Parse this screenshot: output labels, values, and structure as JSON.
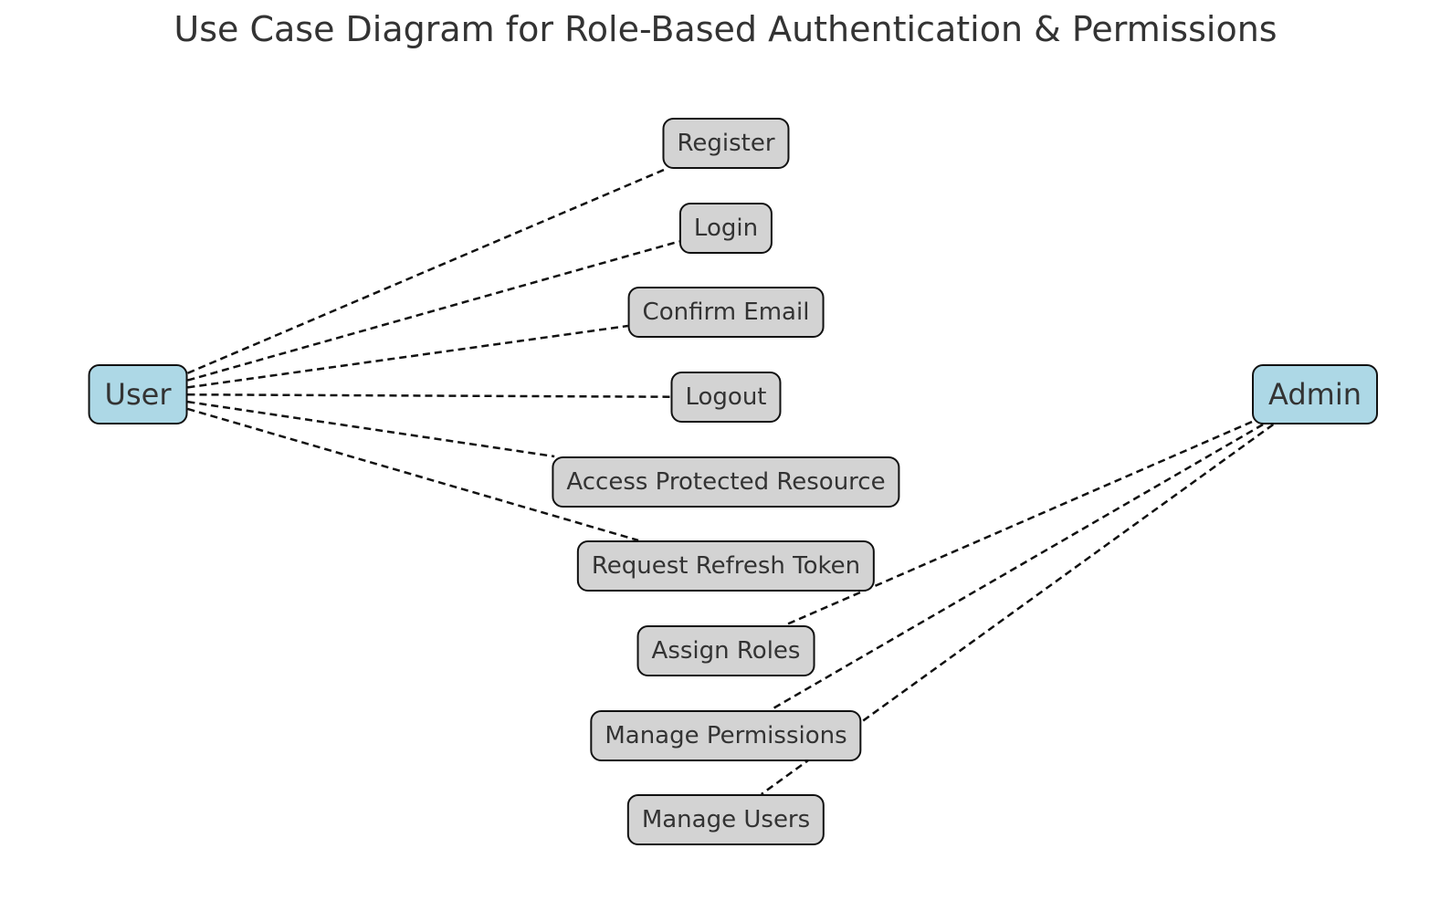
{
  "title": "Use Case Diagram for Role-Based Authentication & Permissions",
  "colors": {
    "actor_fill": "#add8e6",
    "usecase_fill": "#d3d3d3",
    "border": "#111111",
    "text": "#333333",
    "connector": "#111111"
  },
  "actors": [
    {
      "id": "user",
      "label": "User"
    },
    {
      "id": "admin",
      "label": "Admin"
    }
  ],
  "use_cases": [
    {
      "id": "register",
      "label": "Register"
    },
    {
      "id": "login",
      "label": "Login"
    },
    {
      "id": "confirm_email",
      "label": "Confirm Email"
    },
    {
      "id": "logout",
      "label": "Logout"
    },
    {
      "id": "access_protected",
      "label": "Access Protected Resource"
    },
    {
      "id": "refresh_token",
      "label": "Request Refresh Token"
    },
    {
      "id": "assign_roles",
      "label": "Assign Roles"
    },
    {
      "id": "manage_permissions",
      "label": "Manage Permissions"
    },
    {
      "id": "manage_users",
      "label": "Manage Users"
    }
  ],
  "associations": [
    {
      "from": "user",
      "to": "register",
      "style": "dashed"
    },
    {
      "from": "user",
      "to": "login",
      "style": "dashed"
    },
    {
      "from": "user",
      "to": "confirm_email",
      "style": "dashed"
    },
    {
      "from": "user",
      "to": "logout",
      "style": "dashed"
    },
    {
      "from": "user",
      "to": "access_protected",
      "style": "dashed"
    },
    {
      "from": "user",
      "to": "refresh_token",
      "style": "dashed"
    },
    {
      "from": "admin",
      "to": "assign_roles",
      "style": "dashed"
    },
    {
      "from": "admin",
      "to": "manage_permissions",
      "style": "dashed"
    },
    {
      "from": "admin",
      "to": "manage_users",
      "style": "dashed"
    }
  ]
}
